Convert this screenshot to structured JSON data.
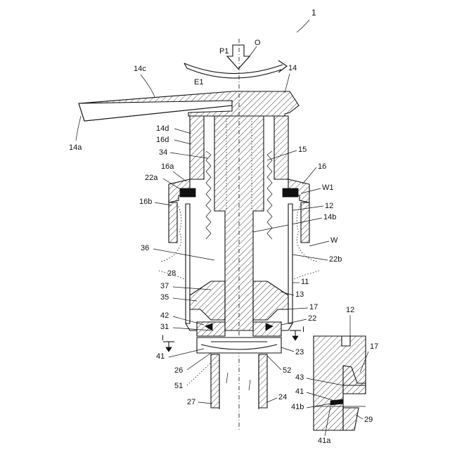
{
  "figure": {
    "figure_number": "1",
    "labels": {
      "P1": "P1",
      "O": "O",
      "E1": "E1",
      "l14": "14",
      "l14c": "14c",
      "l14a": "14a",
      "l14d": "14d",
      "l16d": "16d",
      "l34": "34",
      "l15": "15",
      "l16a": "16a",
      "l16": "16",
      "l22a": "22a",
      "lW1": "W1",
      "l16b": "16b",
      "l12": "12",
      "l14b": "14b",
      "lW": "W",
      "l36": "36",
      "l22b": "22b",
      "l28": "28",
      "l11": "11",
      "l37": "37",
      "l35": "35",
      "l13": "13",
      "l17": "17",
      "l42": "42",
      "l22": "22",
      "l31": "31",
      "lI_left": "I",
      "lI_right": "I",
      "l23": "23",
      "l41": "41",
      "l26": "26",
      "l52": "52",
      "l51": "51",
      "l27": "27",
      "l24": "24"
    },
    "detail_labels": {
      "l12": "12",
      "l17": "17",
      "l43": "43",
      "l41": "41",
      "l41b": "41b",
      "l29": "29",
      "l41a": "41a"
    }
  }
}
